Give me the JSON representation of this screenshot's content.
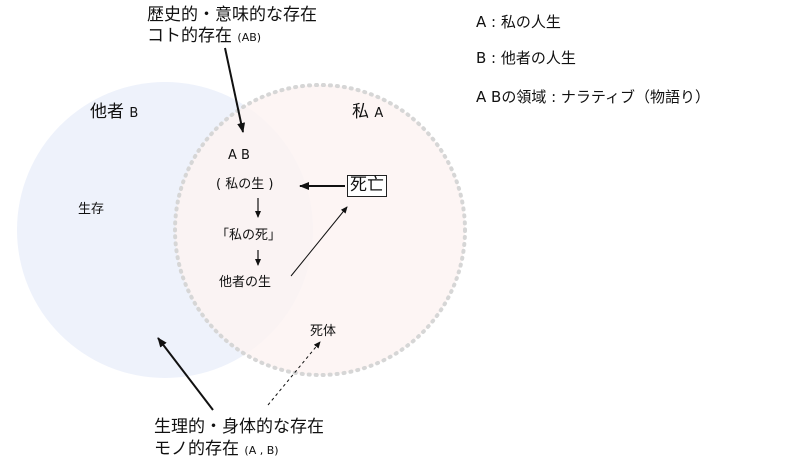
{
  "colors": {
    "circle_b_fill": "#eef2fb",
    "circle_a_fill": "#fcf3f1",
    "circle_a_stroke": "#d6d6d6",
    "line": "#111111"
  },
  "top_label": {
    "line1": "歴史的・意味的な存在",
    "line2_main": "コト的存在",
    "line2_sub": "(AB)"
  },
  "legend": {
    "a": "A : 私の人生",
    "b": "B : 他者の人生",
    "ab": "A Bの領域 : ナラティブ（物語り）"
  },
  "circle_b": {
    "title": "他者",
    "letter": "B",
    "inner_label": "生存"
  },
  "circle_a": {
    "title": "私",
    "letter": "A"
  },
  "overlap": {
    "header": "A B",
    "step1": "( 私の生 )",
    "step2": "「私の死」",
    "step3": "他者の生"
  },
  "death_box": "死亡",
  "corpse": "死体",
  "bottom_label": {
    "line1": "生理的・身体的な存在",
    "line2_main": "モノ的存在",
    "line2_sub": "(A , B)"
  }
}
